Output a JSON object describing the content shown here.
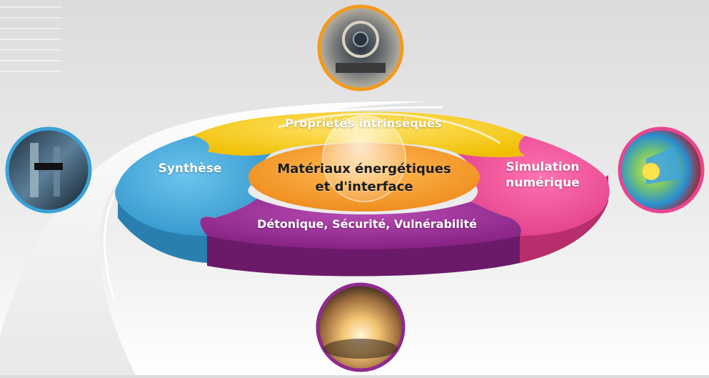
{
  "diagram": {
    "center_label": "Matériaux énergétiques\net d'interface",
    "segments": {
      "top": {
        "label": "Propriétés intrinsèques",
        "color": "#f2c700"
      },
      "left": {
        "label": "Synthèse",
        "color": "#3aa1d6"
      },
      "right": {
        "label": "Simulation\nnumérique",
        "color": "#e8468f"
      },
      "bottom": {
        "label": "Détonique, Sécurité, Vulnérabilité",
        "color": "#8f2a8d"
      }
    },
    "center_color": "#f39a2d",
    "photos": {
      "top": {
        "icon": "machine-photo-icon",
        "border": "#f29a1e"
      },
      "left": {
        "icon": "apparatus-photo-icon",
        "border": "#3aa1d6"
      },
      "right": {
        "icon": "simulation-photo-icon",
        "border": "#e8468f"
      },
      "bottom": {
        "icon": "explosion-photo-icon",
        "border": "#8f2a8d"
      }
    }
  }
}
